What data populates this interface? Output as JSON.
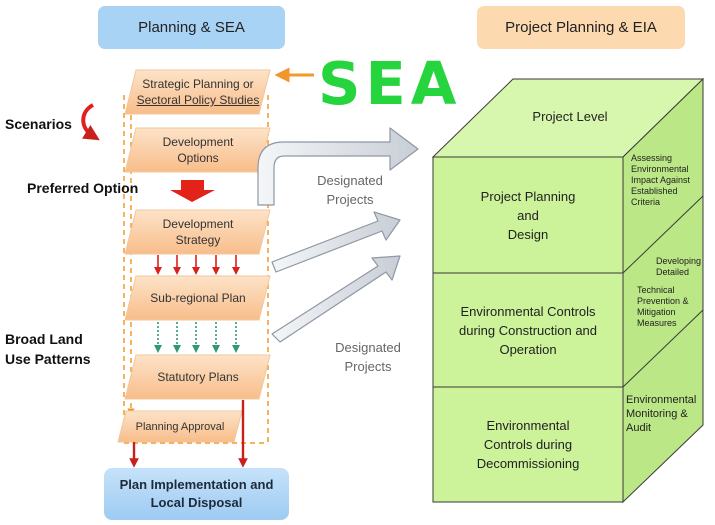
{
  "headers": {
    "left": "Planning & SEA",
    "right": "Project Planning & EIA"
  },
  "sea_label": "SEA",
  "side_labels": {
    "scenarios": "Scenarios",
    "preferred_option": "Preferred Option",
    "broad_land_line1": "Broad Land",
    "broad_land_line2": "Use Patterns"
  },
  "steps": {
    "strategic": [
      "Strategic Planning or",
      "Sectoral Policy Studies"
    ],
    "development_options": [
      "Development",
      "Options"
    ],
    "development_strategy": [
      "Development",
      "Strategy"
    ],
    "subregional": "Sub-regional Plan",
    "statutory": "Statutory Plans",
    "approval": "Planning Approval"
  },
  "bottom_box": [
    "Plan Implementation and",
    "Local Disposal"
  ],
  "designated_projects": [
    "Designated",
    "Projects"
  ],
  "cube": {
    "top": "Project Level",
    "row1": [
      "Project Planning",
      "and",
      "Design"
    ],
    "row2": [
      "Environmental Controls",
      "during Construction and",
      "Operation"
    ],
    "row3": [
      "Environmental",
      "Controls during",
      "Decommissioning"
    ],
    "side1": [
      "Assessing",
      "Environmental",
      "Impact Against",
      "Established",
      "Criteria"
    ],
    "side2a": [
      "Developing",
      "Detailed"
    ],
    "side2b": [
      "Technical",
      "Prevention &",
      "Mitigation",
      "Measures"
    ],
    "side3": [
      "Environmental",
      "Monitoring &",
      "Audit"
    ]
  },
  "colors": {
    "header_left": "#a9d3f5",
    "header_right": "#fdd9b0",
    "step_fill": "#fcc99a",
    "cube_front": "#ccf29a",
    "cube_side": "#bbe786",
    "cube_top": "#d8f7ae",
    "sea_green": "#26d43d",
    "red_arrow": "#e0201d",
    "orange": "#f39a28"
  }
}
